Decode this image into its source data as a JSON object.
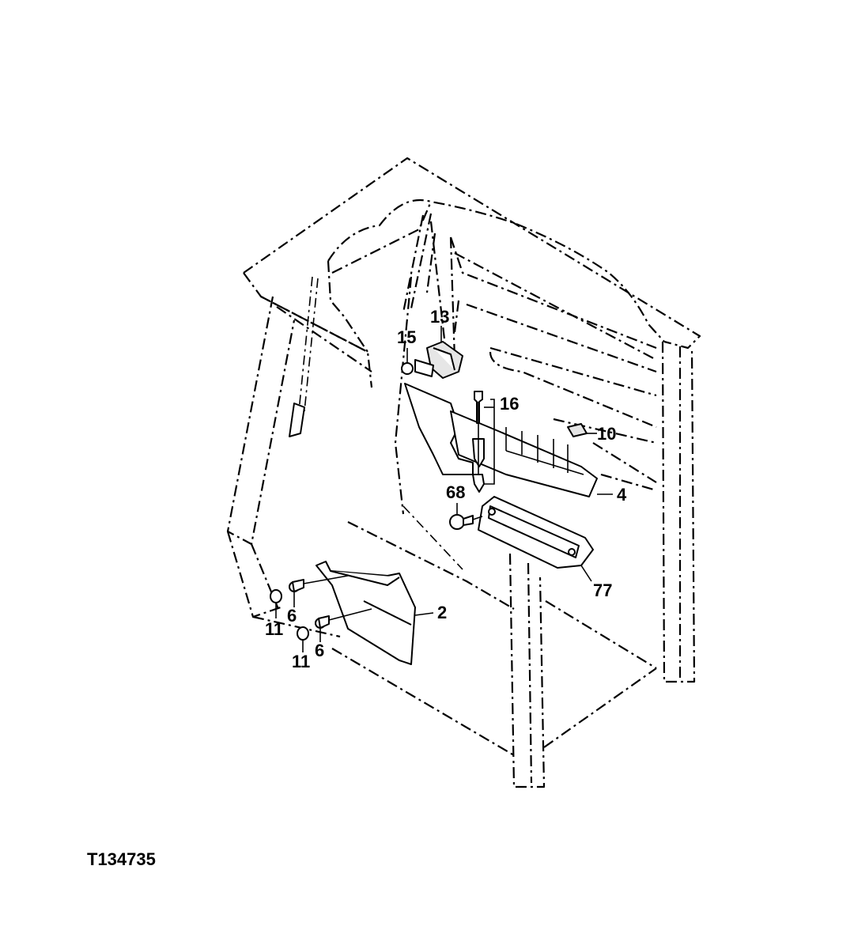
{
  "figure": {
    "id": "T134735",
    "callouts": [
      "13",
      "15",
      "16",
      "10",
      "4",
      "68",
      "77",
      "2",
      "6",
      "6",
      "11",
      "11"
    ]
  }
}
